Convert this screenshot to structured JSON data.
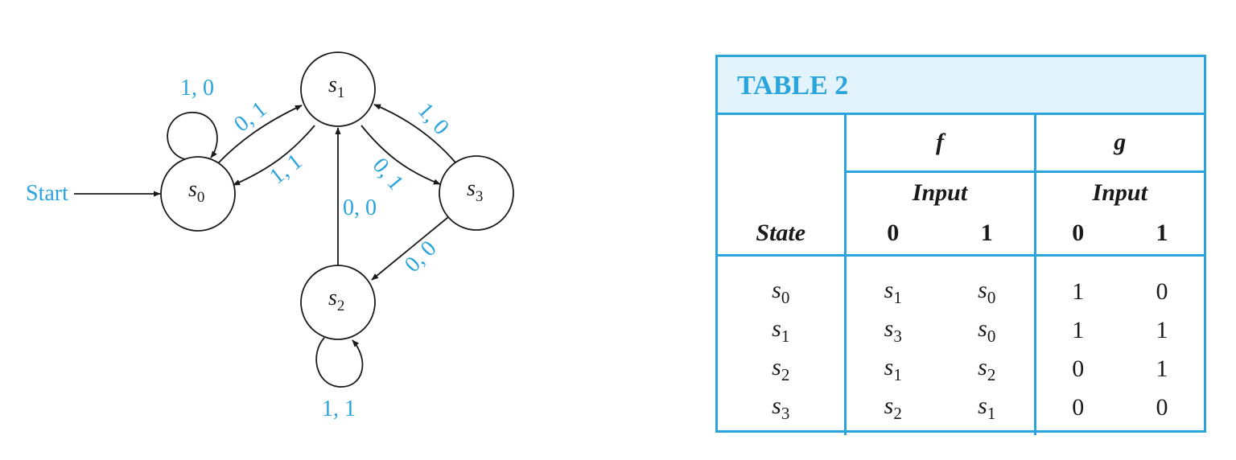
{
  "diagram": {
    "start_label": "Start",
    "states": [
      {
        "id": "s0",
        "base": "s",
        "sub": "0"
      },
      {
        "id": "s1",
        "base": "s",
        "sub": "1"
      },
      {
        "id": "s2",
        "base": "s",
        "sub": "2"
      },
      {
        "id": "s3",
        "base": "s",
        "sub": "3"
      }
    ],
    "edges": [
      {
        "from": "s0",
        "to": "s0",
        "label": "1, 0"
      },
      {
        "from": "s0",
        "to": "s1",
        "label": "0, 1"
      },
      {
        "from": "s1",
        "to": "s0",
        "label": "1, 1"
      },
      {
        "from": "s1",
        "to": "s3",
        "label": "0, 1"
      },
      {
        "from": "s3",
        "to": "s1",
        "label": "1, 0"
      },
      {
        "from": "s3",
        "to": "s2",
        "label": "0, 0"
      },
      {
        "from": "s2",
        "to": "s1",
        "label": "0, 0"
      },
      {
        "from": "s2",
        "to": "s2",
        "label": "1, 1"
      }
    ],
    "accent_color": "#2aa4dc"
  },
  "table": {
    "title": "TABLE 2",
    "f_header": "f",
    "g_header": "g",
    "input_label": "Input",
    "state_label": "State",
    "input0": "0",
    "input1": "1",
    "rows": [
      {
        "state": "0",
        "f0": "1",
        "f1": "0",
        "g0": "1",
        "g1": "0"
      },
      {
        "state": "1",
        "f0": "3",
        "f1": "0",
        "g0": "1",
        "g1": "1"
      },
      {
        "state": "2",
        "f0": "1",
        "f1": "2",
        "g0": "0",
        "g1": "1"
      },
      {
        "state": "3",
        "f0": "2",
        "f1": "1",
        "g0": "0",
        "g1": "0"
      }
    ],
    "state_symbol": "s",
    "border_color": "#2aa4dc",
    "title_bg": "#e2f3fb"
  }
}
